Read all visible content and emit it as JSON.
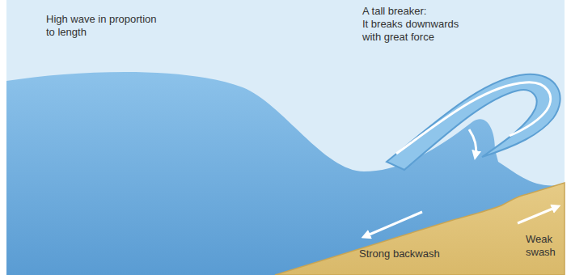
{
  "diagram": {
    "labels": [
      "High wave in proportion to length",
      "A tall breaker:",
      "It breaks downwards with great force",
      "Weak swash",
      "Strong backwash"
    ]
  }
}
